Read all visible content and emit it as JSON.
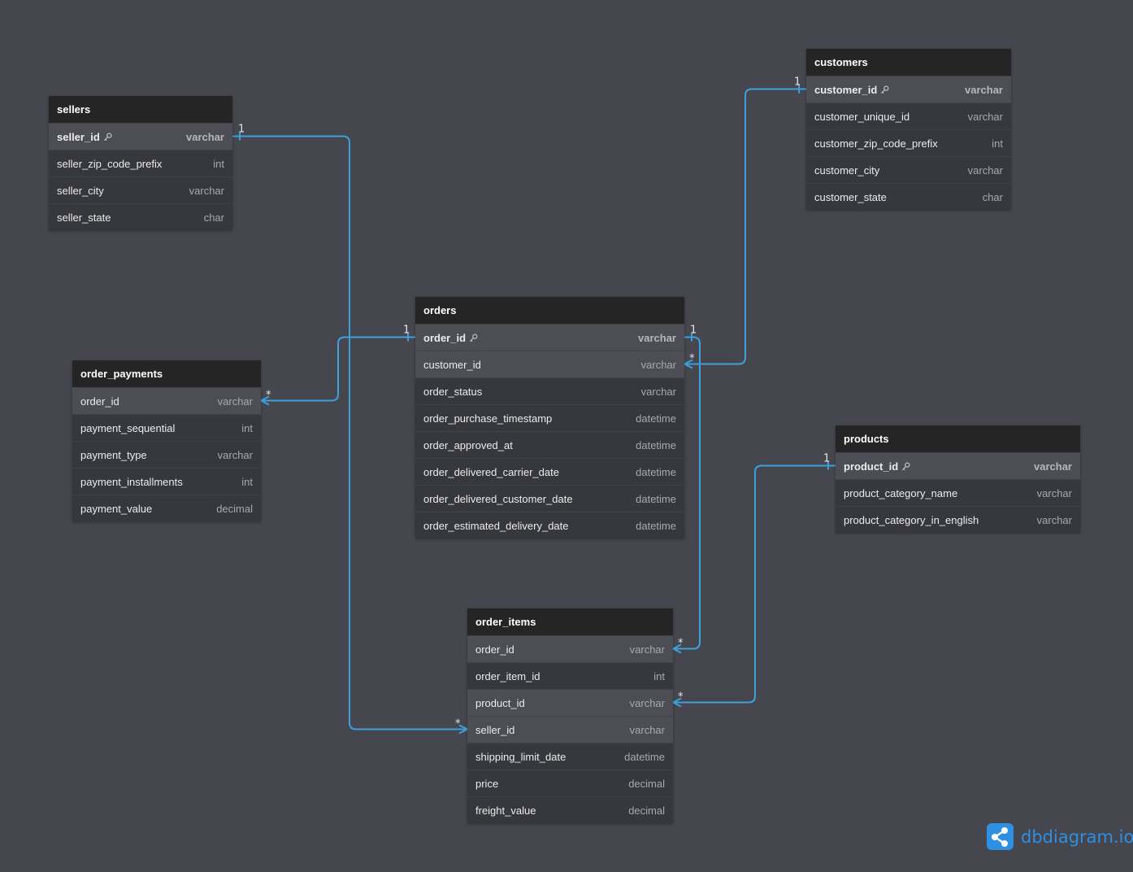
{
  "tables": {
    "sellers": {
      "name": "sellers",
      "fields": [
        {
          "name": "seller_id",
          "type": "varchar",
          "pk": true
        },
        {
          "name": "seller_zip_code_prefix",
          "type": "int"
        },
        {
          "name": "seller_city",
          "type": "varchar"
        },
        {
          "name": "seller_state",
          "type": "char"
        }
      ]
    },
    "customers": {
      "name": "customers",
      "fields": [
        {
          "name": "customer_id",
          "type": "varchar",
          "pk": true
        },
        {
          "name": "customer_unique_id",
          "type": "varchar"
        },
        {
          "name": "customer_zip_code_prefix",
          "type": "int"
        },
        {
          "name": "customer_city",
          "type": "varchar"
        },
        {
          "name": "customer_state",
          "type": "char"
        }
      ]
    },
    "orders": {
      "name": "orders",
      "fields": [
        {
          "name": "order_id",
          "type": "varchar",
          "pk": true
        },
        {
          "name": "customer_id",
          "type": "varchar",
          "highlight": true
        },
        {
          "name": "order_status",
          "type": "varchar"
        },
        {
          "name": "order_purchase_timestamp",
          "type": "datetime"
        },
        {
          "name": "order_approved_at",
          "type": "datetime"
        },
        {
          "name": "order_delivered_carrier_date",
          "type": "datetime"
        },
        {
          "name": "order_delivered_customer_date",
          "type": "datetime"
        },
        {
          "name": "order_estimated_delivery_date",
          "type": "datetime"
        }
      ]
    },
    "order_payments": {
      "name": "order_payments",
      "fields": [
        {
          "name": "order_id",
          "type": "varchar",
          "highlight": true
        },
        {
          "name": "payment_sequential",
          "type": "int"
        },
        {
          "name": "payment_type",
          "type": "varchar"
        },
        {
          "name": "payment_installments",
          "type": "int"
        },
        {
          "name": "payment_value",
          "type": "decimal"
        }
      ]
    },
    "products": {
      "name": "products",
      "fields": [
        {
          "name": "product_id",
          "type": "varchar",
          "pk": true
        },
        {
          "name": "product_category_name",
          "type": "varchar"
        },
        {
          "name": "product_category_in_english",
          "type": "varchar"
        }
      ]
    },
    "order_items": {
      "name": "order_items",
      "fields": [
        {
          "name": "order_id",
          "type": "varchar",
          "highlight": true
        },
        {
          "name": "order_item_id",
          "type": "int"
        },
        {
          "name": "product_id",
          "type": "varchar",
          "highlight": true
        },
        {
          "name": "seller_id",
          "type": "varchar",
          "highlight": true
        },
        {
          "name": "shipping_limit_date",
          "type": "datetime"
        },
        {
          "name": "price",
          "type": "decimal"
        },
        {
          "name": "freight_value",
          "type": "decimal"
        }
      ]
    }
  },
  "relationships": [
    {
      "from": "sellers.seller_id",
      "to": "order_items.seller_id",
      "from_card": "1",
      "to_card": "*"
    },
    {
      "from": "customers.customer_id",
      "to": "orders.customer_id",
      "from_card": "1",
      "to_card": "*"
    },
    {
      "from": "orders.order_id",
      "to": "order_payments.order_id",
      "from_card": "1",
      "to_card": "*"
    },
    {
      "from": "orders.order_id",
      "to": "order_items.order_id",
      "from_card": "1",
      "to_card": "*"
    },
    {
      "from": "products.product_id",
      "to": "order_items.product_id",
      "from_card": "1",
      "to_card": "*"
    }
  ],
  "colors": {
    "background": "#45464e",
    "header": "#252525",
    "row": "#37383e",
    "row_highlight": "#4d4e55",
    "link": "#3fa0dc",
    "brand": "#2f8fe0"
  },
  "brand": {
    "text": "dbdiagram.io",
    "icon": "share-nodes-icon"
  }
}
